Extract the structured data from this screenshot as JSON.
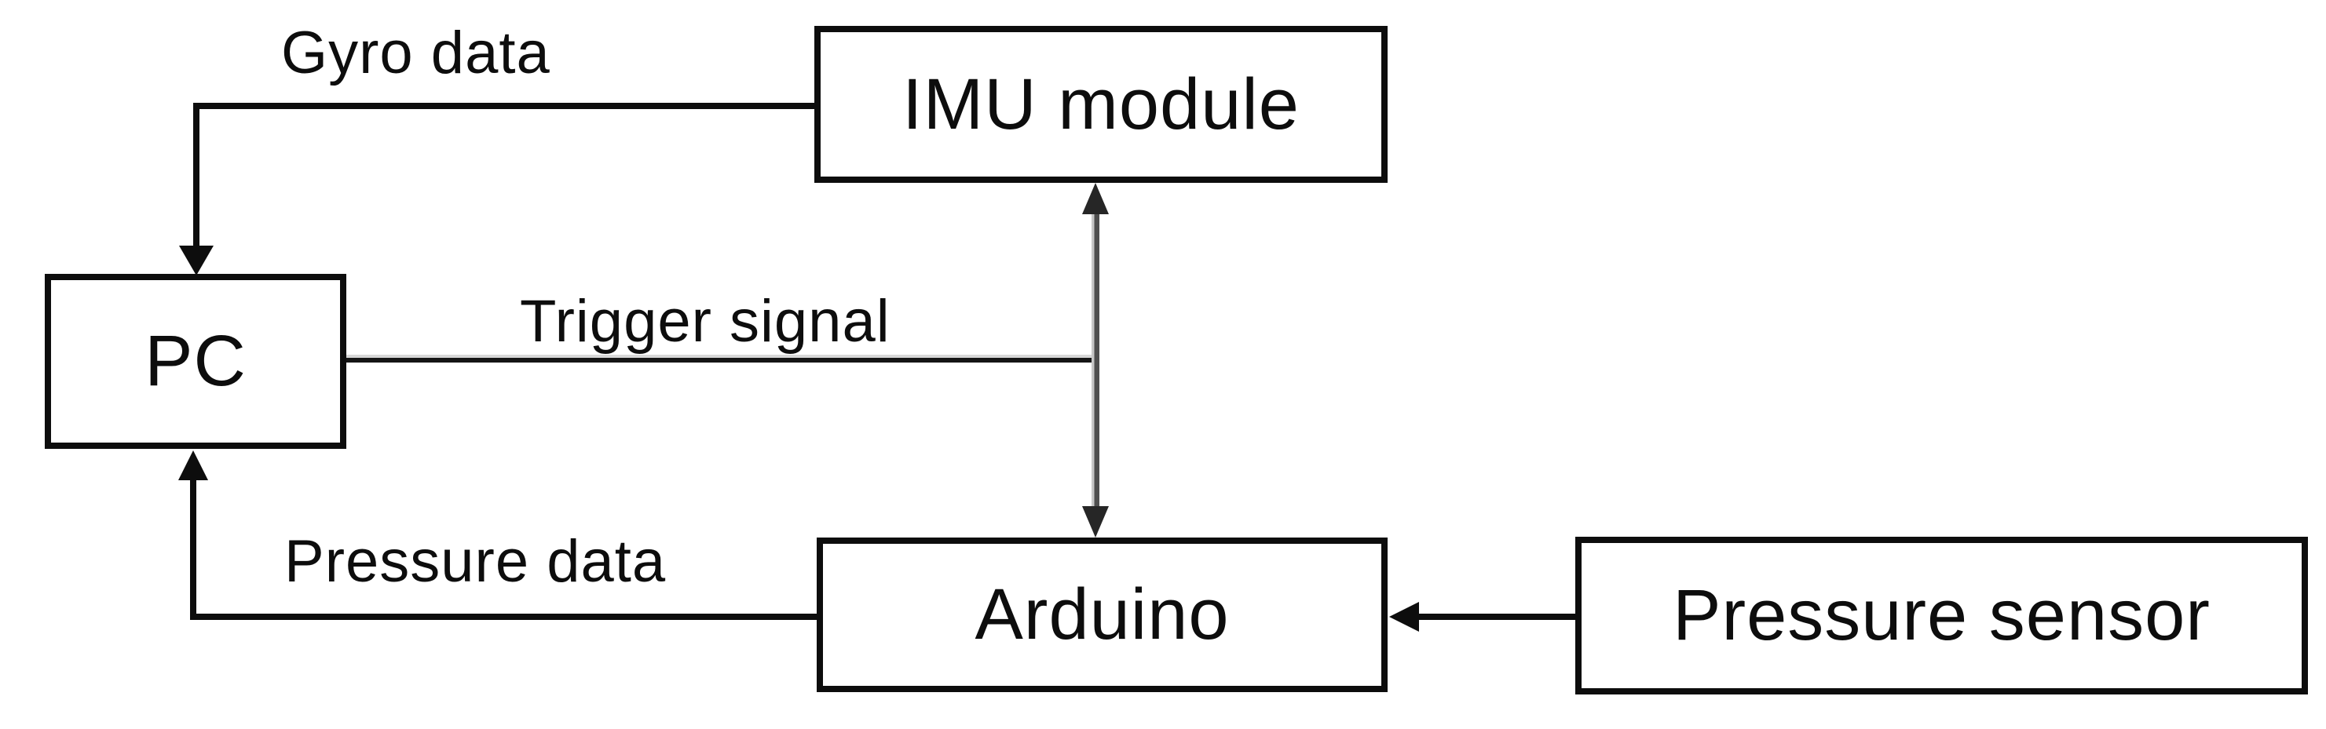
{
  "diagram": {
    "background": "#ffffff",
    "line_color": "#0d0d0d",
    "duplex_line_color": "#4e4e4e",
    "nodes": {
      "pc": {
        "label": "PC"
      },
      "imu": {
        "label": "IMU module"
      },
      "arduino": {
        "label": "Arduino"
      },
      "pressure_sensor": {
        "label": "Pressure sensor"
      }
    },
    "edges": {
      "gyro": {
        "label": "Gyro data",
        "from": "imu",
        "to": "pc",
        "arrow": "into PC top"
      },
      "trigger": {
        "label": "Trigger signal",
        "from": "pc",
        "to": "imu-arduino link",
        "arrow": "none (T-junction)"
      },
      "imu_arduino": {
        "from": "arduino",
        "to": "imu",
        "arrow": "double-headed vertical"
      },
      "pressure": {
        "label": "Pressure data",
        "from": "arduino",
        "to": "pc",
        "arrow": "into PC bottom"
      },
      "sensor": {
        "from": "pressure_sensor",
        "to": "arduino",
        "arrow": "into Arduino right edge"
      }
    }
  }
}
